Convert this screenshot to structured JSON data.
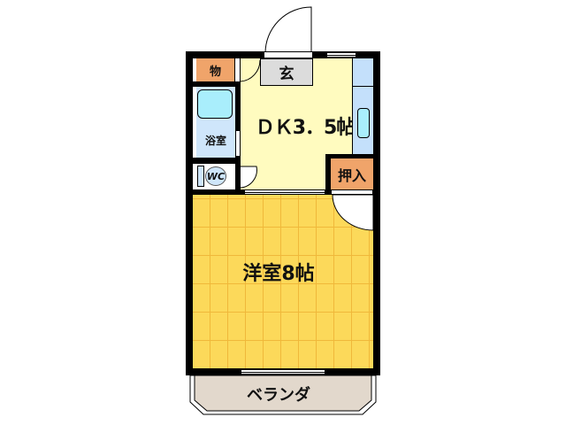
{
  "floorplan": {
    "rooms": {
      "storage": {
        "label": "物",
        "color": "#f0a46a"
      },
      "entrance": {
        "label": "玄",
        "color": "#dcdcdc"
      },
      "dk": {
        "label": "ＤＫ3．5帖",
        "color": "#fffbbf"
      },
      "bathroom": {
        "label": "浴室",
        "color": "#cfe6fb"
      },
      "wc": {
        "label": "WC",
        "color": "#cfe6fb"
      },
      "closet": {
        "label": "押入",
        "color": "#f0a46a"
      },
      "western_room": {
        "label": "洋室8帖",
        "color": "#fcd95a"
      },
      "balcony": {
        "label": "ベランダ",
        "color": "#e2d8cc"
      }
    },
    "colors": {
      "wall": "#000000",
      "wood_line": "#f0b83a",
      "kitchen_counter": "#c4e0fb",
      "bathtub": "#a9eefc"
    }
  }
}
